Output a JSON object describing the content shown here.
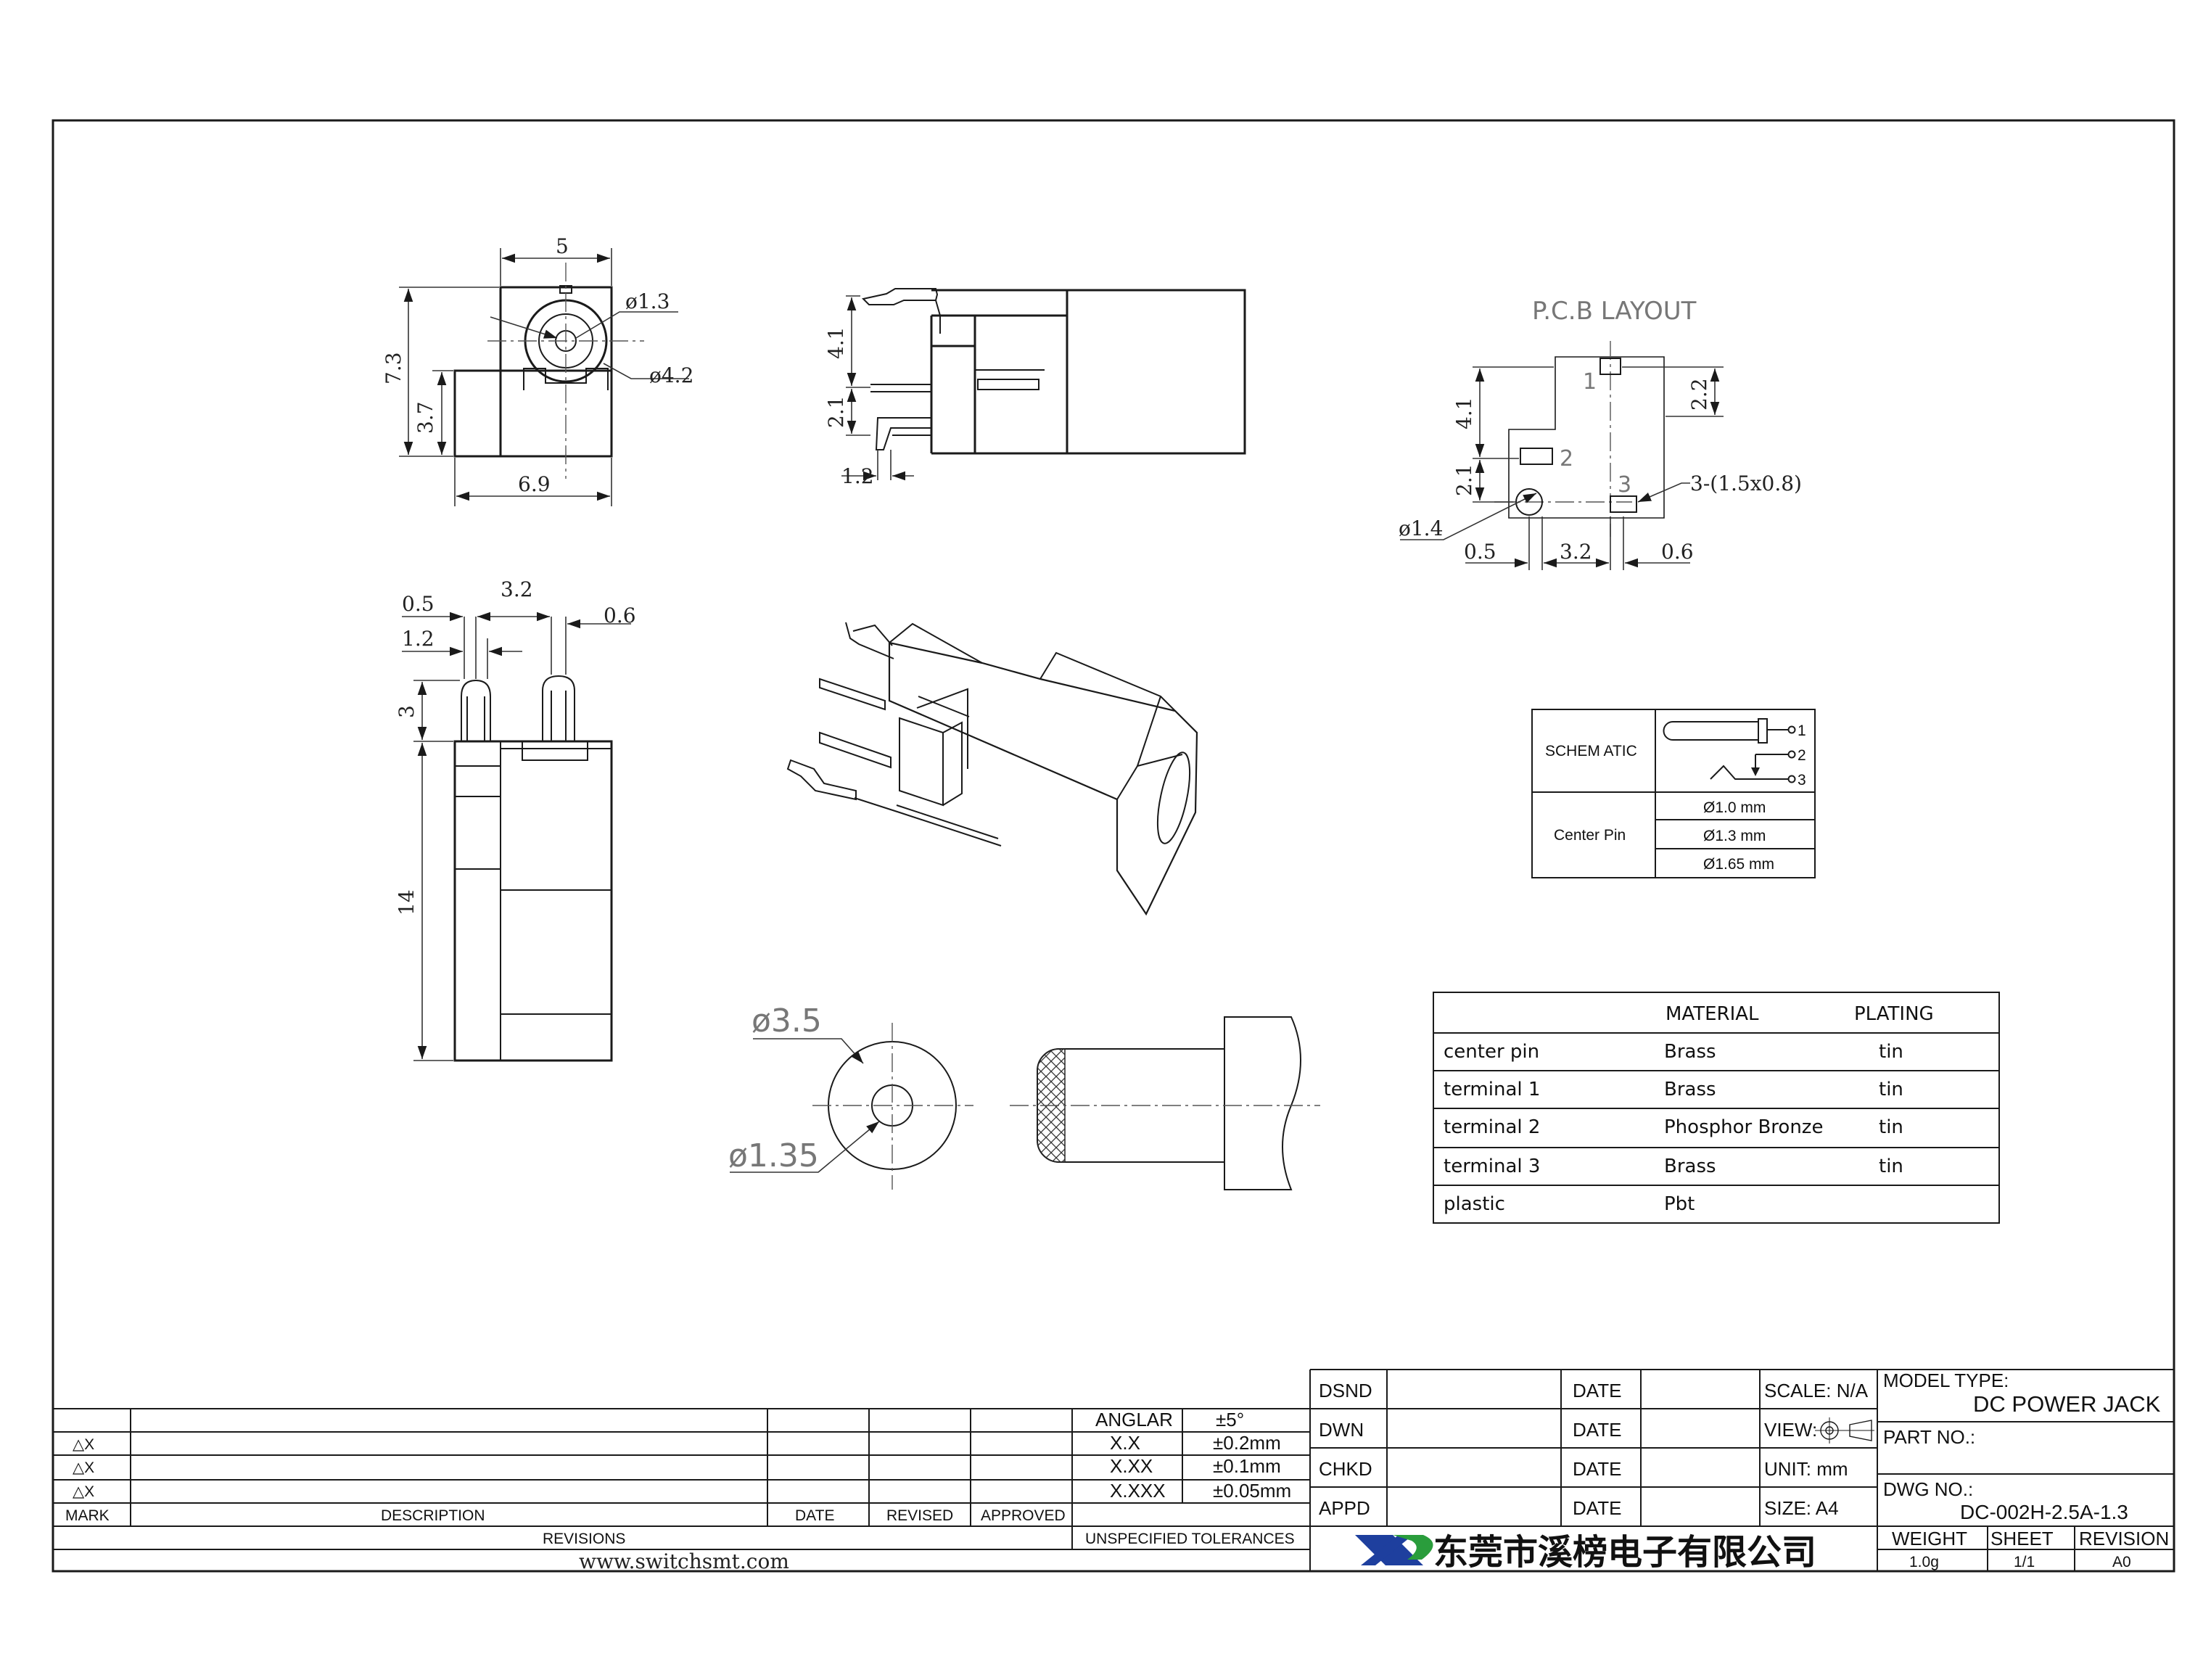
{
  "drawing_title": {
    "model_type_label": "MODEL TYPE:",
    "model_type": "DC POWER JACK",
    "part_no_label": "PART NO.:",
    "dwg_no_label": "DWG NO.:",
    "dwg_no": "DC-002H-2.5A-1.3",
    "weight_label": "WEIGHT",
    "weight": "1.0g",
    "sheet_label": "SHEET",
    "sheet": "1/1",
    "revision_label": "REVISION",
    "revision": "A0"
  },
  "approvals": {
    "rows": [
      {
        "label": "DSND",
        "date_label": "DATE",
        "info": "SCALE: N/A"
      },
      {
        "label": "DWN",
        "date_label": "DATE",
        "info": "VIEW:"
      },
      {
        "label": "CHKD",
        "date_label": "DATE",
        "info": "UNIT: mm"
      },
      {
        "label": "APPD",
        "date_label": "DATE",
        "info": "SIZE: A4"
      }
    ]
  },
  "company": {
    "name": "东莞市溪榜电子有限公司",
    "website": "www.switchsmt.com",
    "logo": "xb-logo"
  },
  "revisions": {
    "marks": [
      "△X",
      "△X",
      "△X"
    ],
    "headers": [
      "MARK",
      "DESCRIPTION",
      "DATE",
      "REVISED",
      "APPROVED"
    ],
    "caption": "REVISIONS"
  },
  "tolerances": {
    "rows": [
      {
        "label": "ANGLAR",
        "value": "±5°"
      },
      {
        "label": "X.X",
        "value": "±0.2mm"
      },
      {
        "label": "X.XX",
        "value": "±0.1mm"
      },
      {
        "label": "X.XXX",
        "value": "±0.05mm"
      }
    ],
    "caption": "UNSPECIFIED TOLERANCES"
  },
  "material_table": {
    "headers": [
      "MATERIAL",
      "PLATING"
    ],
    "rows": [
      {
        "part": "center pin",
        "material": "Brass",
        "plating": "tin"
      },
      {
        "part": "terminal 1",
        "material": "Brass",
        "plating": "tin"
      },
      {
        "part": "terminal 2",
        "material": "Phosphor Bronze",
        "plating": "tin"
      },
      {
        "part": "terminal 3",
        "material": "Brass",
        "plating": "tin"
      },
      {
        "part": "plastic",
        "material": "Pbt",
        "plating": ""
      }
    ]
  },
  "schematic_table": {
    "schematic_label": "SCHEM ATIC",
    "pins": [
      "1",
      "2",
      "3"
    ],
    "center_pin_label": "Center Pin",
    "center_pin_options": [
      "Ø1.0 mm",
      "Ø1.3 mm",
      "Ø1.65 mm"
    ]
  },
  "pcb_layout": {
    "title": "P.C.B LAYOUT",
    "pad_labels": [
      "1",
      "2",
      "3"
    ],
    "dims": {
      "d41": "4.1",
      "d22": "2.2",
      "d21": "2.1",
      "pad": "3-(1.5x0.8)",
      "hole": "ø1.4",
      "d05": "0.5",
      "d32": "3.2",
      "d06": "0.6"
    }
  },
  "front_view": {
    "dims": {
      "w5": "5",
      "h73": "7.3",
      "h37": "3.7",
      "w69": "6.9",
      "d13": "ø1.3",
      "d42": "ø4.2"
    }
  },
  "side_view": {
    "dims": {
      "h41": "4.1",
      "h21": "2.1",
      "w12": "1.2"
    }
  },
  "bottom_view": {
    "dims": {
      "d05": "0.5",
      "d32": "3.2",
      "d06": "0.6",
      "d12": "1.2",
      "d3": "3",
      "d14": "14"
    }
  },
  "plug_view": {
    "dims": {
      "outer": "ø3.5",
      "inner": "ø1.35"
    }
  }
}
